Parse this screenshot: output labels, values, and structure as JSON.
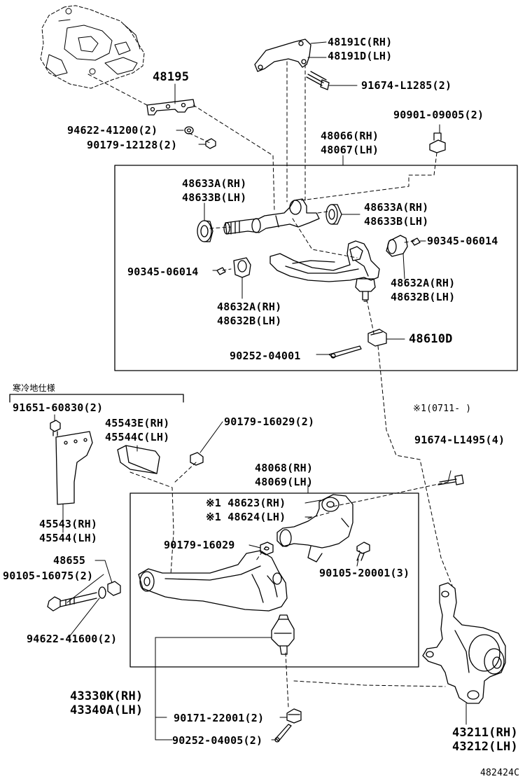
{
  "labels": {
    "l48191": [
      "48191C(RH)",
      "48191D(LH)"
    ],
    "l48195": "48195",
    "l91674_L1285": "91674-L1285(2)",
    "l94622_41200": "94622-41200(2)",
    "l90179_12128": "90179-12128(2)",
    "l90901": "90901-09005(2)",
    "l48066": [
      "48066(RH)",
      "48067(LH)"
    ],
    "l48633_left": [
      "48633A(RH)",
      "48633B(LH)"
    ],
    "l48633_right": [
      "48633A(RH)",
      "48633B(LH)"
    ],
    "l90345_right": "90345-06014",
    "l90345_left": "90345-06014",
    "l48632_right": [
      "48632A(RH)",
      "48632B(LH)"
    ],
    "l48632_left": [
      "48632A(RH)",
      "48632B(LH)"
    ],
    "l48610D": "48610D",
    "l90252_04001": "90252-04001",
    "cold_spec": "寒冷地仕様",
    "l91651": "91651-60830(2)",
    "l45543E": [
      "45543E(RH)",
      "45544C(LH)"
    ],
    "l90179_16029_top": "90179-16029(2)",
    "note_0711": "※1(0711-    )",
    "l91674_L1495": "91674-L1495(4)",
    "l48068": [
      "48068(RH)",
      "48069(LH)"
    ],
    "l48623": [
      "※1 48623(RH)",
      "※1 48624(LH)"
    ],
    "l45543": [
      "45543(RH)",
      "45544(LH)"
    ],
    "l90179_16029": "90179-16029",
    "l48655": "48655",
    "l90105_16075": "90105-16075(2)",
    "l90105_20001": "90105-20001(3)",
    "l94622_41600": "94622-41600(2)",
    "l43330": [
      "43330K(RH)",
      "43340A(LH)"
    ],
    "l90171": "90171-22001(2)",
    "l90252_04005": "90252-04005(2)",
    "l43211": [
      "43211(RH)",
      "43212(LH)"
    ],
    "figure_code": "482424C"
  }
}
